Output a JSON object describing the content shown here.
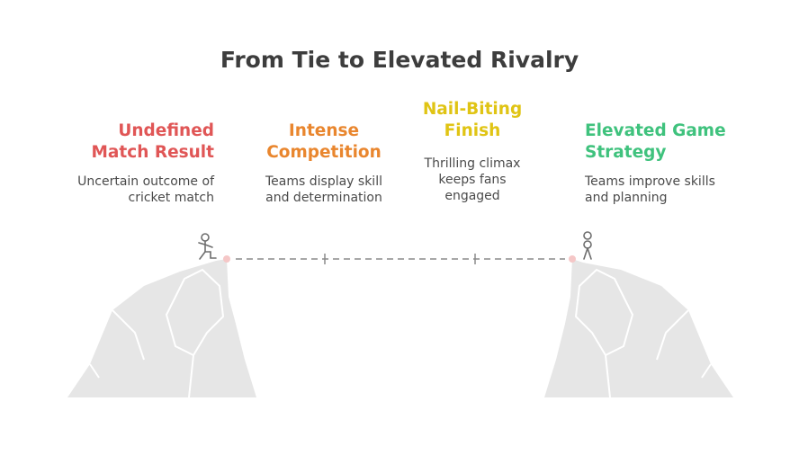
{
  "title": "From Tie to Elevated Rivalry",
  "colors": {
    "red": "#e05656",
    "orange": "#e9862e",
    "yellow": "#e0c414",
    "green": "#3fc27d",
    "cliff": "#e6e6e6",
    "dash": "#8a8a8a",
    "figure": "#6e6e6e"
  },
  "stages": [
    {
      "title_line1": "Undefined",
      "title_line2": "Match Result",
      "desc_line1": "Uncertain outcome of",
      "desc_line2": "cricket match",
      "desc_line3": ""
    },
    {
      "title_line1": "Intense",
      "title_line2": "Competition",
      "desc_line1": "Teams display skill",
      "desc_line2": "and determination",
      "desc_line3": ""
    },
    {
      "title_line1": "Nail-Biting",
      "title_line2": "Finish",
      "desc_line1": "Thrilling climax",
      "desc_line2": "keeps fans",
      "desc_line3": "engaged"
    },
    {
      "title_line1": "Elevated Game",
      "title_line2": "Strategy",
      "desc_line1": "Teams improve skills",
      "desc_line2": "and planning",
      "desc_line3": ""
    }
  ]
}
